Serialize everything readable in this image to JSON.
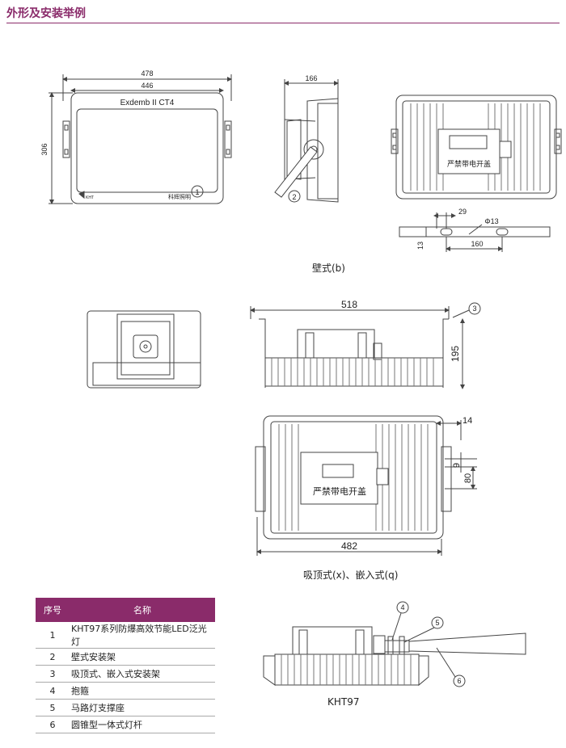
{
  "header": {
    "title": "外形及安装举例"
  },
  "fig1": {
    "dims": {
      "outer_width": "478",
      "inner_width": "446",
      "height": "306"
    },
    "plate_label": "Exdemb II CT4",
    "brand_left": "KHT",
    "brand_right": "科辉照明",
    "callout": "1"
  },
  "fig2": {
    "depth": "166",
    "callout": "2"
  },
  "fig3": {
    "caption": "壁式(b)",
    "warning": "严禁带电开盖",
    "dims": {
      "offset": "29",
      "hole": "Φ13",
      "spacing": "160",
      "bar_height": "13"
    }
  },
  "fig4": {
    "width": "518",
    "height": "195",
    "callout": "3"
  },
  "fig5": {
    "warning": "严禁带电开盖",
    "caption": "吸顶式(x)、嵌入式(q)",
    "dims": {
      "right_offset": "14",
      "slot": "9",
      "slot_spacing": "80",
      "width": "482"
    }
  },
  "parts_table": {
    "headers": {
      "number": "序号",
      "name": "名称"
    },
    "rows": [
      {
        "number": "1",
        "name": "KHT97系列防爆高效节能LED泛光灯"
      },
      {
        "number": "2",
        "name": "壁式安装架"
      },
      {
        "number": "3",
        "name": "吸顶式、嵌入式安装架"
      },
      {
        "number": "4",
        "name": "抱箍"
      },
      {
        "number": "5",
        "name": "马路灯支撑座"
      },
      {
        "number": "6",
        "name": "圆锥型一体式灯杆"
      }
    ]
  },
  "fig6": {
    "caption": "KHT97",
    "callouts": [
      "4",
      "5",
      "6"
    ]
  }
}
